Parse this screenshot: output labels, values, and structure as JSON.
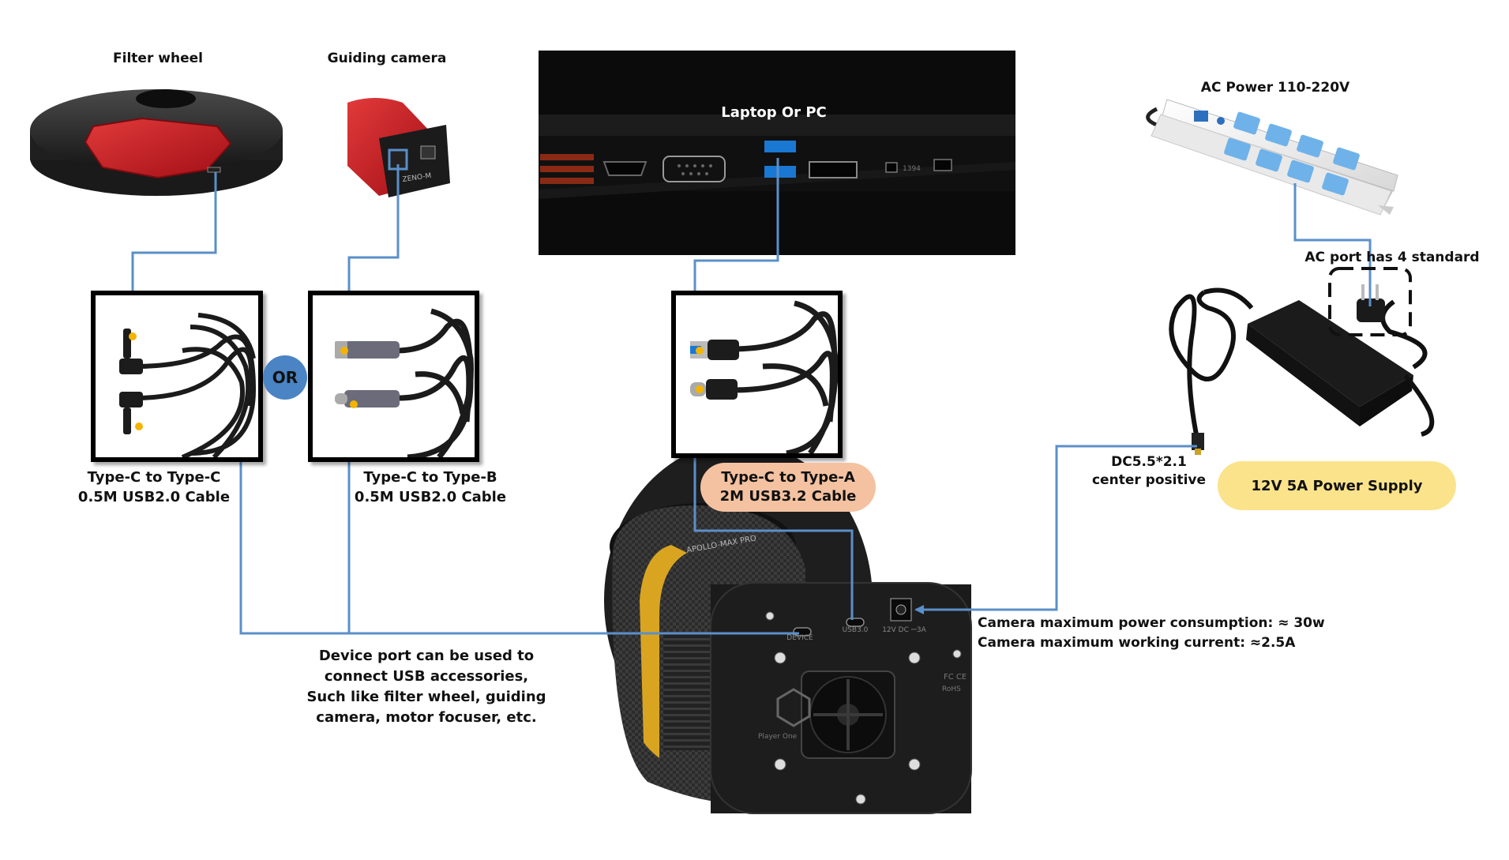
{
  "devices": {
    "filter_wheel": "Filter wheel",
    "guiding_camera": "Guiding camera",
    "laptop": "Laptop Or PC",
    "ac_power": "AC Power 110-220V",
    "ac_port_note": "AC port has 4 standard"
  },
  "cables": {
    "c_to_c_line1": "Type-C to Type-C",
    "c_to_c_line2": "0.5M USB2.0 Cable",
    "or_badge": "OR",
    "c_to_b_line1": "Type-C to Type-B",
    "c_to_b_line2": "0.5M USB2.0 Cable",
    "c_to_a_line1": "Type-C to Type-A",
    "c_to_a_line2": "2M USB3.2 Cable"
  },
  "power": {
    "dc_line1": "DC5.5*2.1",
    "dc_line2": "center positive",
    "supply": "12V 5A Power Supply",
    "max_power": "Camera maximum power consumption: ≈ 30w",
    "max_current": "Camera maximum working current: ≈2.5A"
  },
  "device_port_note": [
    "Device port can be used to",
    "connect USB accessories,",
    "Such like filter wheel, guiding",
    "camera, motor focuser, etc."
  ],
  "camera_markings": {
    "device_port": "DEVICE",
    "usb_port": "USB3.0",
    "dc_port": "12V DC ⎓3A",
    "brand": "Player One",
    "model": "APOLLO-MAX PRO",
    "cert": "FC CE",
    "rohs": "RoHS"
  },
  "laptop_ports": [
    "1394"
  ],
  "colors": {
    "connector_line": "#5b8fc9",
    "plug_dot": "#f3b400",
    "or_badge": "#4a84c4",
    "c_to_a_label_bg": "#f4c2a1",
    "supply_label_bg": "#fbe38c",
    "camera_red": "#c8171e",
    "camera_gold": "#d9a521"
  }
}
